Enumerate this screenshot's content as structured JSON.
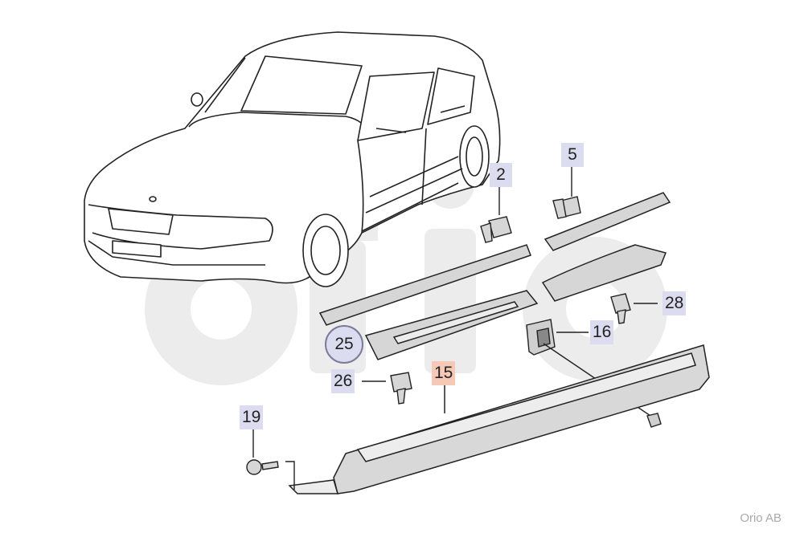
{
  "callouts": {
    "c2": "2",
    "c5": "5",
    "c28": "28",
    "c16": "16",
    "c25": "25",
    "c26": "26",
    "c15": "15",
    "c19": "19"
  },
  "watermark": "Orio AB",
  "colors": {
    "label_box": "#dcdcf0",
    "label_highlight": "#f6c9b6",
    "logo_watermark": "#e9e9e9",
    "line_art": "#222222",
    "part_fill": "#d6d6d6"
  }
}
